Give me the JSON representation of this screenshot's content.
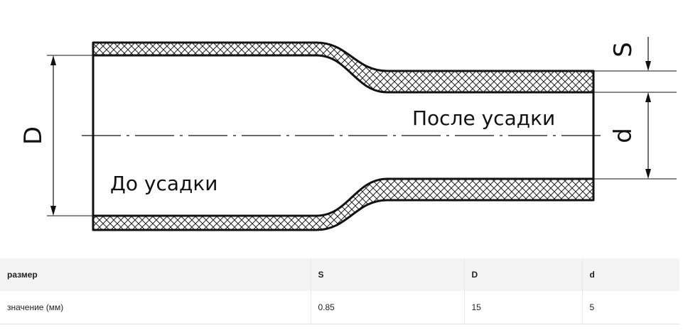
{
  "diagram": {
    "label_before": "До усадки",
    "label_after": "После усадки",
    "dim_D": "D",
    "dim_d": "d",
    "dim_S": "S"
  },
  "table": {
    "header": [
      "размер",
      "S",
      "D",
      "d"
    ],
    "row": [
      "значение (мм)",
      "0.85",
      "15",
      "5"
    ]
  }
}
